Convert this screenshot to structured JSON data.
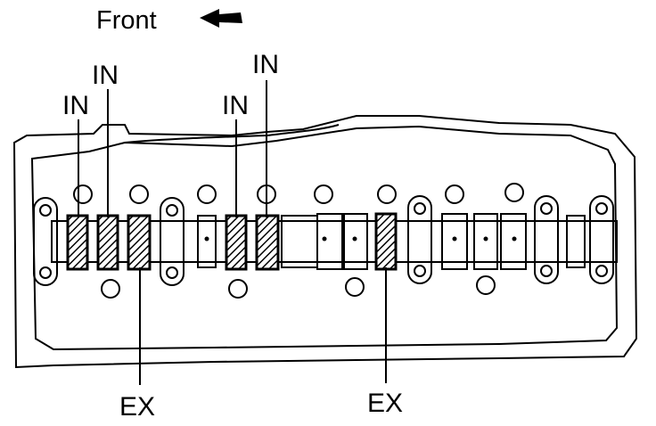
{
  "header": {
    "front_label": "Front",
    "arrow_icon": "arrow-left-icon"
  },
  "labels": {
    "in_1": "IN",
    "in_2": "IN",
    "in_3": "IN",
    "in_4": "IN",
    "ex_1": "EX",
    "ex_2": "EX"
  },
  "colors": {
    "ink": "#000000",
    "background": "#ffffff"
  }
}
